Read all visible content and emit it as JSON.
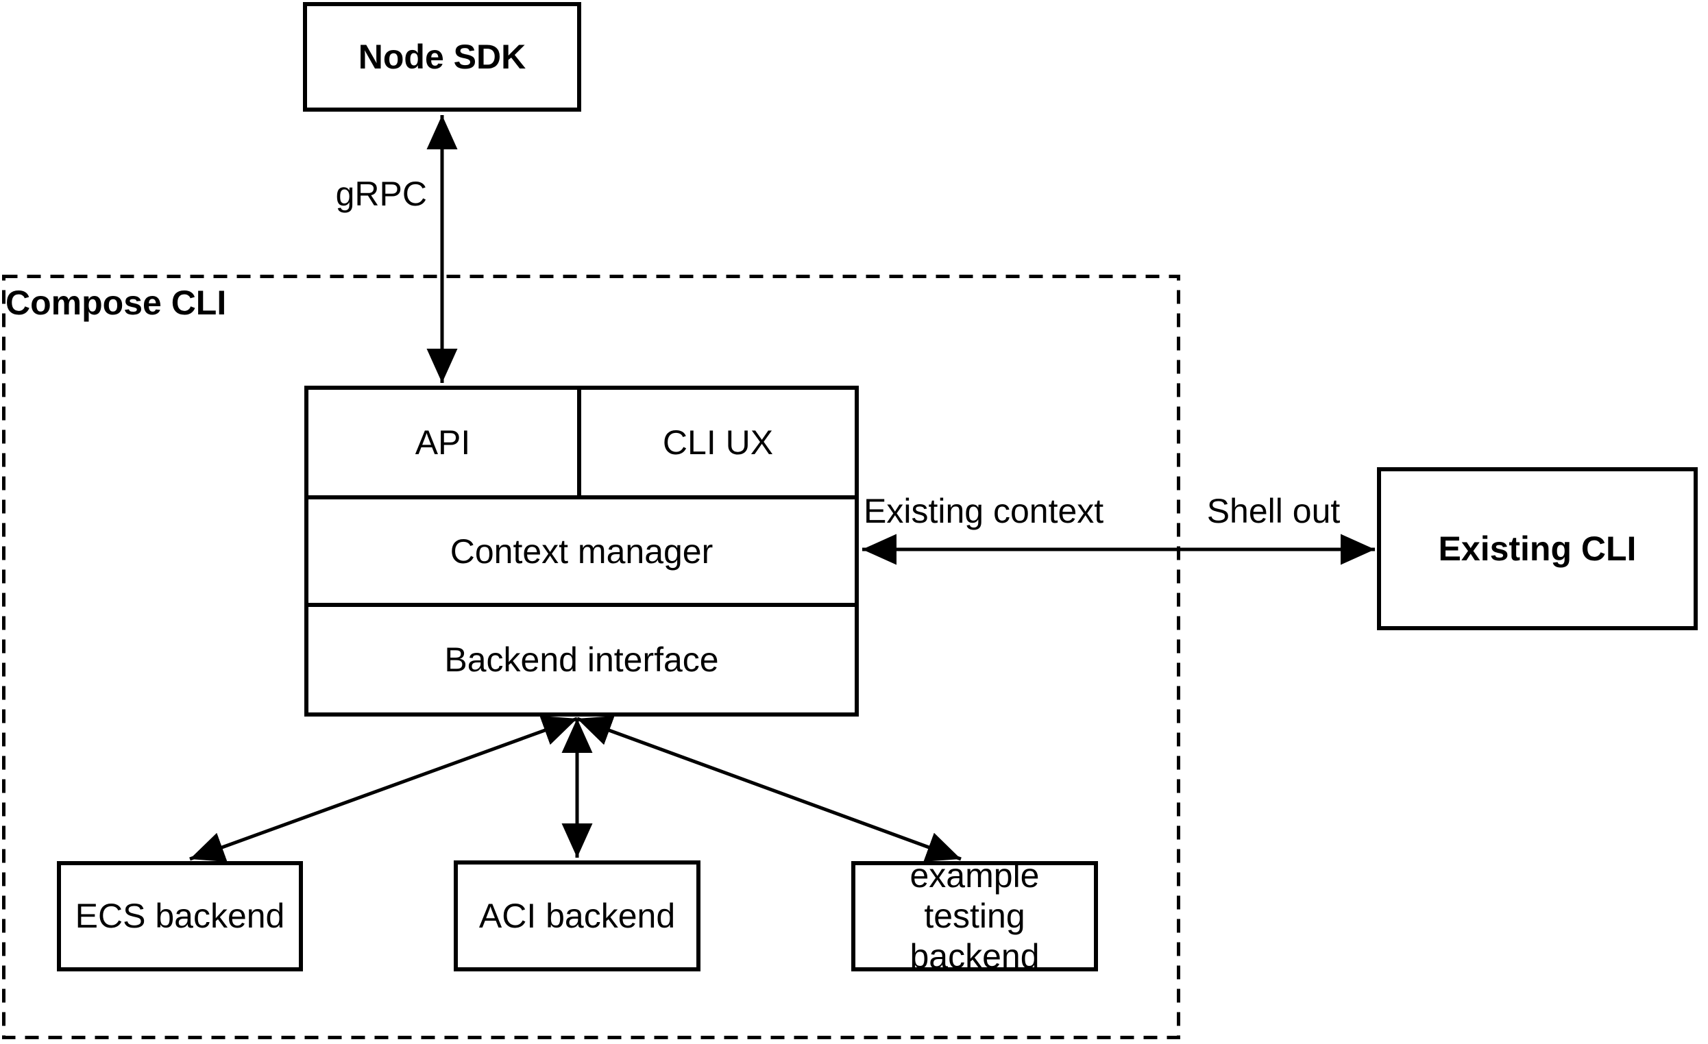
{
  "diagram": {
    "nodes": {
      "node_sdk": "Node SDK",
      "compose_cli_container": "Compose CLI",
      "api": "API",
      "cli_ux": "CLI UX",
      "context_manager": "Context manager",
      "backend_interface": "Backend interface",
      "existing_cli": "Existing CLI",
      "ecs_backend": "ECS backend",
      "aci_backend": "ACI backend",
      "example_testing_backend": "example testing\nbackend"
    },
    "edge_labels": {
      "grpc": "gRPC",
      "existing_context": "Existing context",
      "shell_out": "Shell out"
    },
    "colors": {
      "line": "#000000",
      "shape_fill": "#ffffff",
      "background": "#ffffff"
    }
  }
}
